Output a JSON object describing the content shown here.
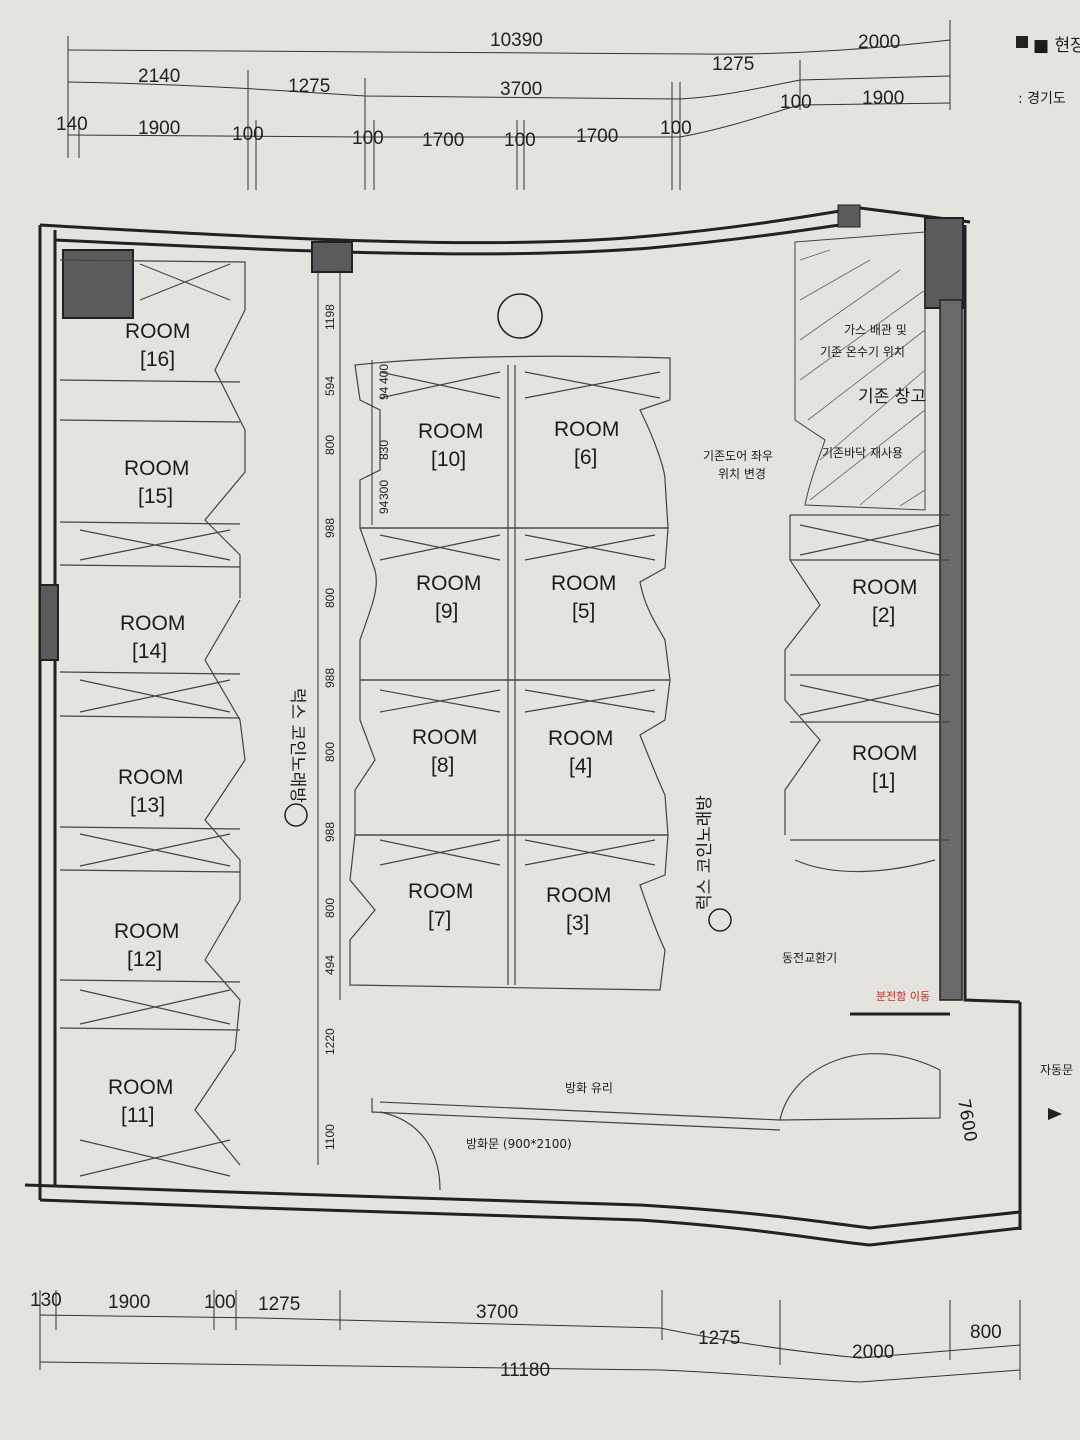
{
  "header": {
    "title": "■ 현장",
    "address": ": 경기도"
  },
  "dims_top": {
    "overall": "10390",
    "right_total": "2000",
    "row2": [
      "2140",
      "1275",
      "3700",
      "1275"
    ],
    "row2_right": [
      "100",
      "1900"
    ],
    "row3": [
      "140",
      "1900",
      "100",
      "100",
      "1700",
      "100",
      "1700",
      "100"
    ]
  },
  "dims_bottom": {
    "row1": [
      "130",
      "1900",
      "100",
      "1275",
      "3700",
      "1275",
      "2000",
      "800"
    ],
    "overall": "11180"
  },
  "dims_vertical": [
    "1198",
    "594",
    "800",
    "988",
    "800",
    "988",
    "800",
    "988",
    "800",
    "494",
    "1220",
    "1100"
  ],
  "dims_inner": [
    "94",
    "400",
    "830",
    "300",
    "94"
  ],
  "rooms": [
    {
      "label": "ROOM",
      "num": "[16]"
    },
    {
      "label": "ROOM",
      "num": "[15]"
    },
    {
      "label": "ROOM",
      "num": "[14]"
    },
    {
      "label": "ROOM",
      "num": "[13]"
    },
    {
      "label": "ROOM",
      "num": "[12]"
    },
    {
      "label": "ROOM",
      "num": "[11]"
    },
    {
      "label": "ROOM",
      "num": "[10]"
    },
    {
      "label": "ROOM",
      "num": "[6]"
    },
    {
      "label": "ROOM",
      "num": "[9]"
    },
    {
      "label": "ROOM",
      "num": "[5]"
    },
    {
      "label": "ROOM",
      "num": "[8]"
    },
    {
      "label": "ROOM",
      "num": "[4]"
    },
    {
      "label": "ROOM",
      "num": "[7]"
    },
    {
      "label": "ROOM",
      "num": "[3]"
    },
    {
      "label": "ROOM",
      "num": "[2]"
    },
    {
      "label": "ROOM",
      "num": "[1]"
    }
  ],
  "notes": {
    "gas_line1": "가스 배관 및",
    "gas_line2": "기존 온수기 위치",
    "storage": "기존 창고",
    "door_line1": "기존도어 좌우",
    "door_line2": "위치 변경",
    "floor": "기존바닥 재사용",
    "coin_changer": "동전교환기",
    "fire_glass": "방화 유리",
    "fire_door": "방화문 (900*2100)",
    "auto_door": "자동문",
    "red_note": "분전함 이동",
    "handwritten": "7600",
    "signage": "럭스 코인노래방"
  },
  "colors": {
    "paper": "#e4e3de",
    "ink": "#1e1e1e",
    "column": "#5b5b5b",
    "red_note": "#cc2a1f"
  }
}
